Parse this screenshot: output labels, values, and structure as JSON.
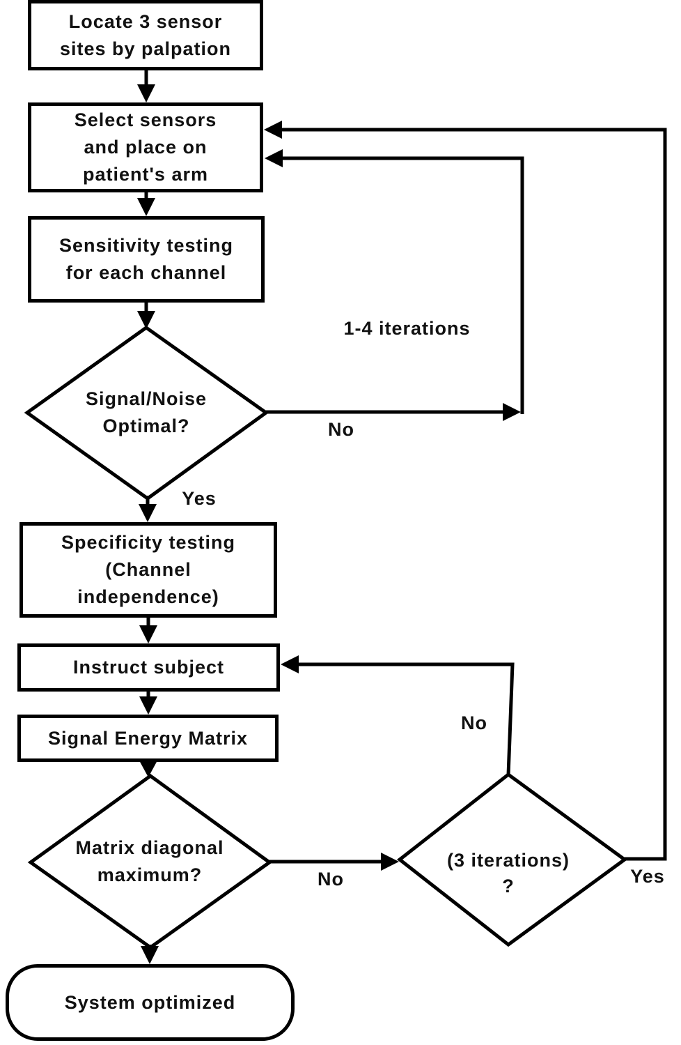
{
  "background": "#ffffff",
  "line_color": "#000000",
  "text_color": "#111111",
  "nodes": {
    "locate": {
      "shape": "rect",
      "label": "Locate 3 sensor\nsites by palpation"
    },
    "select": {
      "shape": "rect",
      "label": "Select sensors\nand place on\npatient's arm"
    },
    "sensitivity": {
      "shape": "rect",
      "label": "Sensitivity testing\nfor each channel"
    },
    "signal_noise": {
      "shape": "diamond",
      "label": "Signal/Noise\nOptimal?"
    },
    "specificity": {
      "shape": "rect",
      "label": "Specificity testing\n(Channel\nindependence)"
    },
    "instruct": {
      "shape": "rect",
      "label": "Instruct subject"
    },
    "energy_matrix": {
      "shape": "rect",
      "label": "Signal Energy Matrix"
    },
    "matrix_diagonal": {
      "shape": "diamond",
      "label": "Matrix diagonal\nmaximum?"
    },
    "three_iterations": {
      "shape": "diamond",
      "label": "(3 iterations)\n?"
    },
    "system_optimized": {
      "shape": "terminator",
      "label": "System optimized"
    }
  },
  "edge_labels": {
    "iterations": "1-4 iterations",
    "signal_noise_no": "No",
    "signal_noise_yes": "Yes",
    "three_iterations_no": "No",
    "matrix_diagonal_no": "No",
    "three_iterations_yes": "Yes"
  }
}
